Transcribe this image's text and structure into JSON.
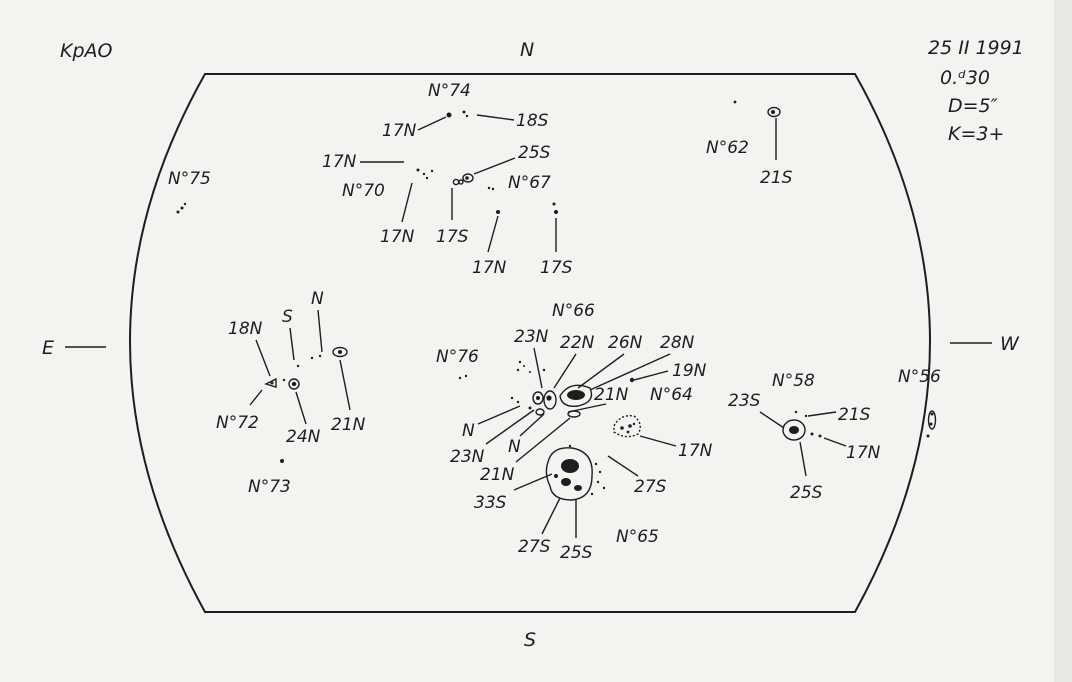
{
  "header": {
    "observatory": "KpAO",
    "date": "25 II 1991",
    "time": "0.ᵈ30",
    "diameter": "D=5″",
    "k_value": "K=3+"
  },
  "compass": {
    "north": "N",
    "south": "S",
    "east": "E",
    "west": "W"
  },
  "groups": {
    "g74": {
      "label": "N°74",
      "a": "17N",
      "b": "18S"
    },
    "g70": {
      "label": "N°70",
      "a": "17N",
      "b": "17N",
      "c": "17S"
    },
    "g67": {
      "label": "N°67",
      "a": "25S",
      "b": "17N",
      "c": "17S"
    },
    "g62": {
      "label": "N°62",
      "a": "21S"
    },
    "g75": {
      "label": "N°75"
    },
    "g72": {
      "label": "N°72",
      "a": "18N",
      "b": "S",
      "c": "N",
      "d": "24N",
      "e": "21N"
    },
    "g73": {
      "label": "N°73"
    },
    "g76": {
      "label": "N°76"
    },
    "g66": {
      "label": "N°66",
      "a": "23N",
      "b": "22N",
      "c": "26N",
      "d": "28N",
      "e": "19N",
      "f": "21N",
      "g": "N",
      "h": "23N",
      "i": "N",
      "j": "21N"
    },
    "g64": {
      "label": "N°64",
      "a": "17N"
    },
    "g65": {
      "label": "N°65",
      "a": "33S",
      "b": "27S",
      "c": "25S",
      "d": "27S"
    },
    "g58": {
      "label": "N°58",
      "a": "23S",
      "b": "21S",
      "c": "17N",
      "d": "25S"
    },
    "g56": {
      "label": "N°56"
    }
  }
}
